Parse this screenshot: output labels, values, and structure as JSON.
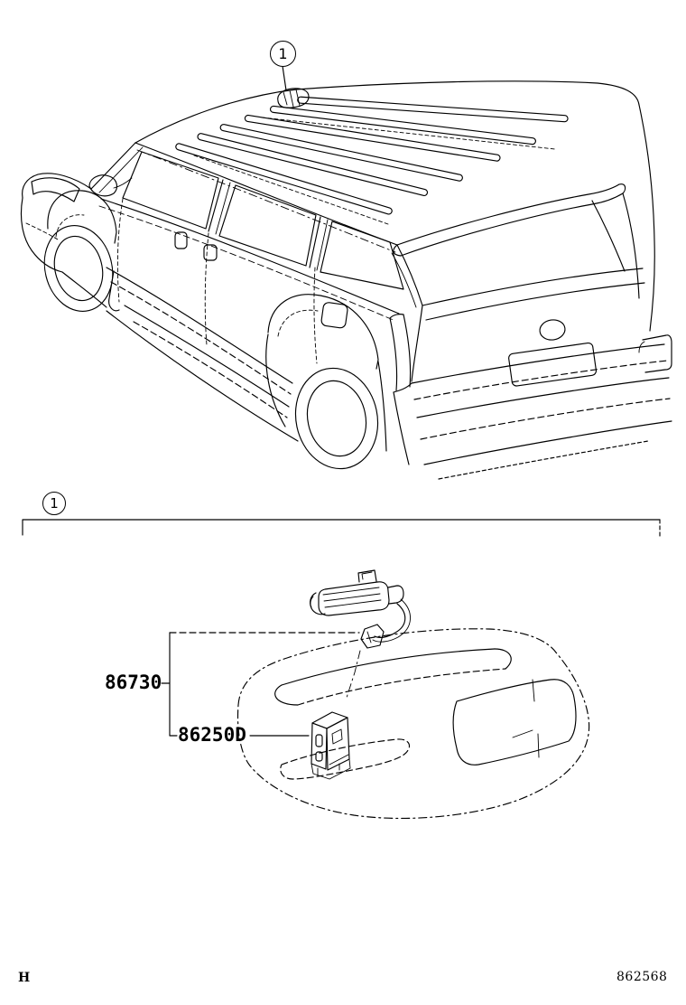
{
  "page": {
    "bg_color": "#ffffff",
    "line_color": "#000000",
    "footer": {
      "page_letter": "H",
      "diagram_code": "862568"
    }
  },
  "callouts": {
    "roof_item": "1",
    "detail_item": "1"
  },
  "parts": {
    "cord_label": "86730",
    "mic_label": "86250D"
  }
}
